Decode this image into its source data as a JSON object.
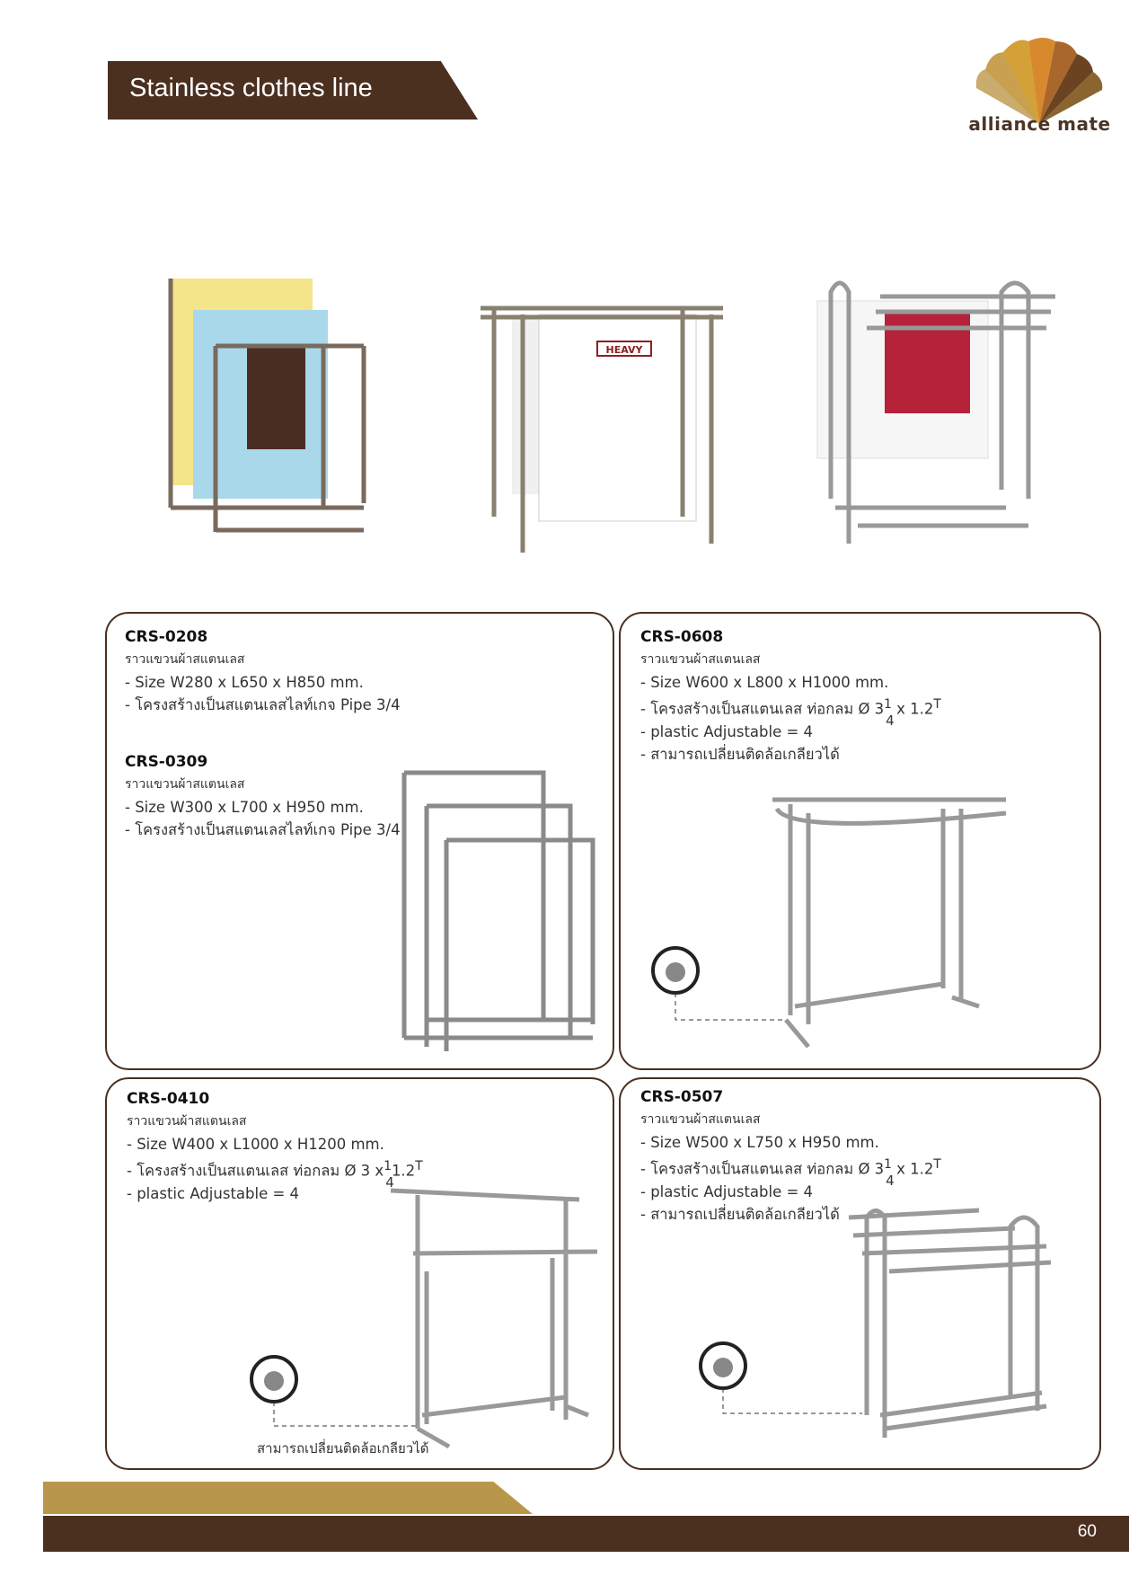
{
  "header": {
    "title": "Stainless clothes line",
    "logo_text": "alliance mate"
  },
  "colors": {
    "brand_dark": "#4b2f1f",
    "brand_gold": "#b9974a"
  },
  "photos": [
    {
      "label": "HEAVY"
    }
  ],
  "products": [
    {
      "code": "CRS-0208",
      "thai": "ราวแขวนผ้าสแตนเลส",
      "lines": [
        "- Size W280 x L650 x H850 mm.",
        "- โครงสร้างเป็นสแตนเลสไลท์เกจ Pipe 3/4"
      ]
    },
    {
      "code": "CRS-0309",
      "thai": "ราวแขวนผ้าสแตนเลส",
      "lines": [
        "- Size W300 x L700 x H950 mm.",
        "- โครงสร้างเป็นสแตนเลสไลท์เกจ Pipe 3/4"
      ]
    },
    {
      "code": "CRS-0608",
      "thai": "ราวแขวนผ้าสแตนเลส",
      "lines": [
        "- Size W600 x L800 x H1000 mm.",
        "- โครงสร้างเป็นสแตนเลส ท่อกลม Ø 3",
        "1",
        "x 1.2",
        "T",
        "4",
        "- plastic Adjustable = 4",
        "- สามารถเปลี่ยนติดล้อเกลียวได้"
      ]
    },
    {
      "code": "CRS-0410",
      "thai": "ราวแขวนผ้าสแตนเลส",
      "lines": [
        "- Size W400 x L1000 x H1200 mm.",
        "- โครงสร้างเป็นสแตนเลส ท่อกลม Ø 3 x",
        "1",
        "1.2",
        "T",
        "4",
        "- plastic Adjustable = 4"
      ],
      "caption": "สามารถเปลี่ยนติดล้อเกลียวได้"
    },
    {
      "code": "CRS-0507",
      "thai": "ราวแขวนผ้าสแตนเลส",
      "lines": [
        "- Size W500 x L750 x H950 mm.",
        "- โครงสร้างเป็นสแตนเลส ท่อกลม Ø 3",
        "1",
        "x 1.2",
        "T",
        "4",
        "- plastic Adjustable = 4",
        "- สามารถเปลี่ยนติดล้อเกลียวได้"
      ]
    }
  ],
  "footer": {
    "page_number": "60"
  }
}
